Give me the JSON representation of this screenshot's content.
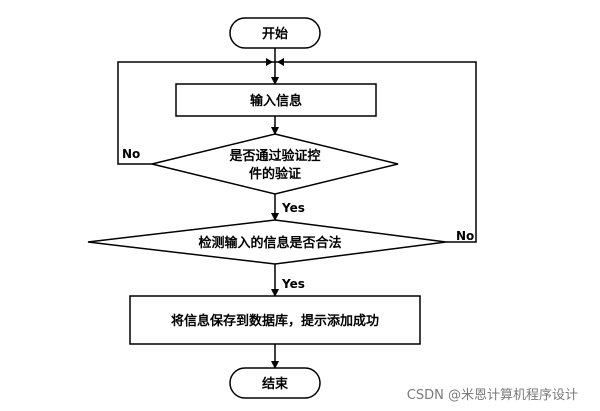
{
  "nodes": {
    "start": "开始",
    "input": "输入信息",
    "verify_line1": "是否通过验证控",
    "verify_line2": "件的验证",
    "check": "检测输入的信息是否合法",
    "save": "将信息保存到数据库，提示添加成功",
    "end": "结束"
  },
  "edges": {
    "yes_1": "Yes",
    "yes_2": "Yes",
    "no_1": "No",
    "no_2": "No"
  },
  "watermark": "CSDN @米恩计算机程序设计"
}
